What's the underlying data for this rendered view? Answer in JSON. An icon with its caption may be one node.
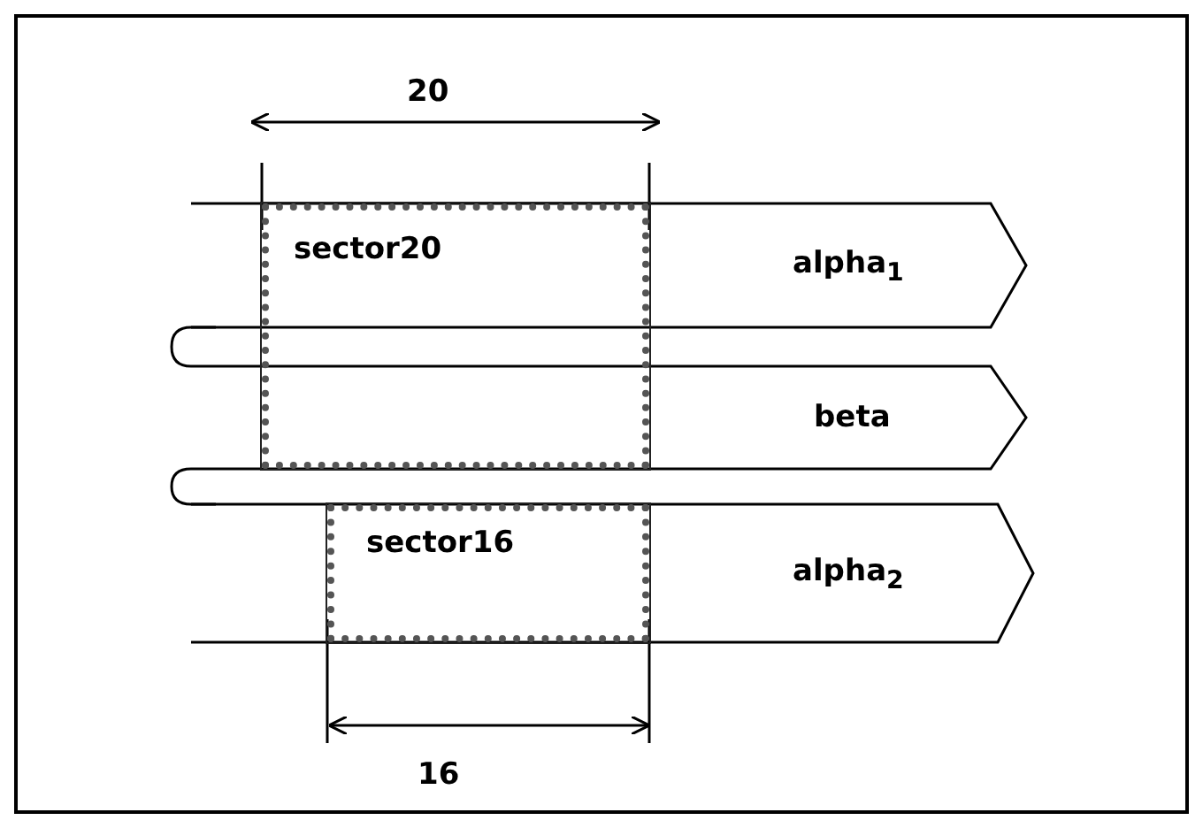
{
  "diagram": {
    "nodes": [
      {
        "text": [
          "sector20"
        ]
      },
      {
        "text": [
          "alpha$_{1}$"
        ]
      },
      {
        "text": [
          "beta"
        ]
      },
      {
        "text": [
          "alpha$_{2}$"
        ]
      },
      {
        "text": [
          "sector16"
        ],
        "in": 3
      }
    ],
    "edges": [
      {
        "from": 1,
        "to": 2,
        "arrow": "none"
      },
      {
        "from": 2,
        "to": 3,
        "arrow": "none"
      }
    ],
    "labels": [
      "20",
      "16"
    ]
  }
}
